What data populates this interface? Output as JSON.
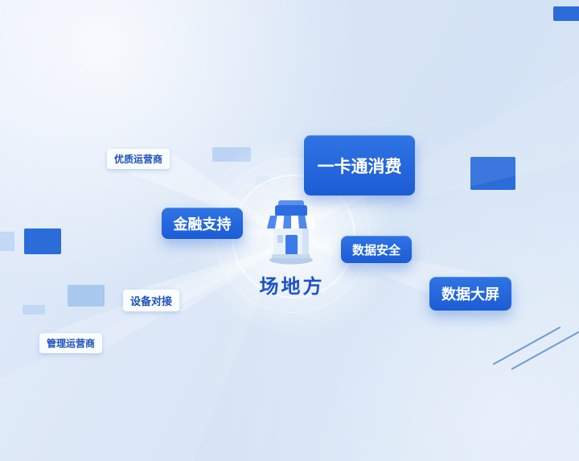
{
  "diagram": {
    "center": {
      "label": "场地方",
      "icon": "storefront"
    },
    "nodes": [
      {
        "label": "优质运营商",
        "style": "light"
      },
      {
        "label": "一卡通消费",
        "style": "primary"
      },
      {
        "label": "金融支持",
        "style": "primary"
      },
      {
        "label": "数据安全",
        "style": "primary"
      },
      {
        "label": "数据大屏",
        "style": "primary"
      },
      {
        "label": "设备对接",
        "style": "light"
      },
      {
        "label": "管理运营商",
        "style": "light"
      }
    ],
    "colors": {
      "primary_blue": "#1f63d9",
      "decor_blue": "#2b6cd9",
      "light_label_text": "#1b50bd",
      "center_text": "#1c52c8",
      "background": "#d8e5f6"
    }
  }
}
